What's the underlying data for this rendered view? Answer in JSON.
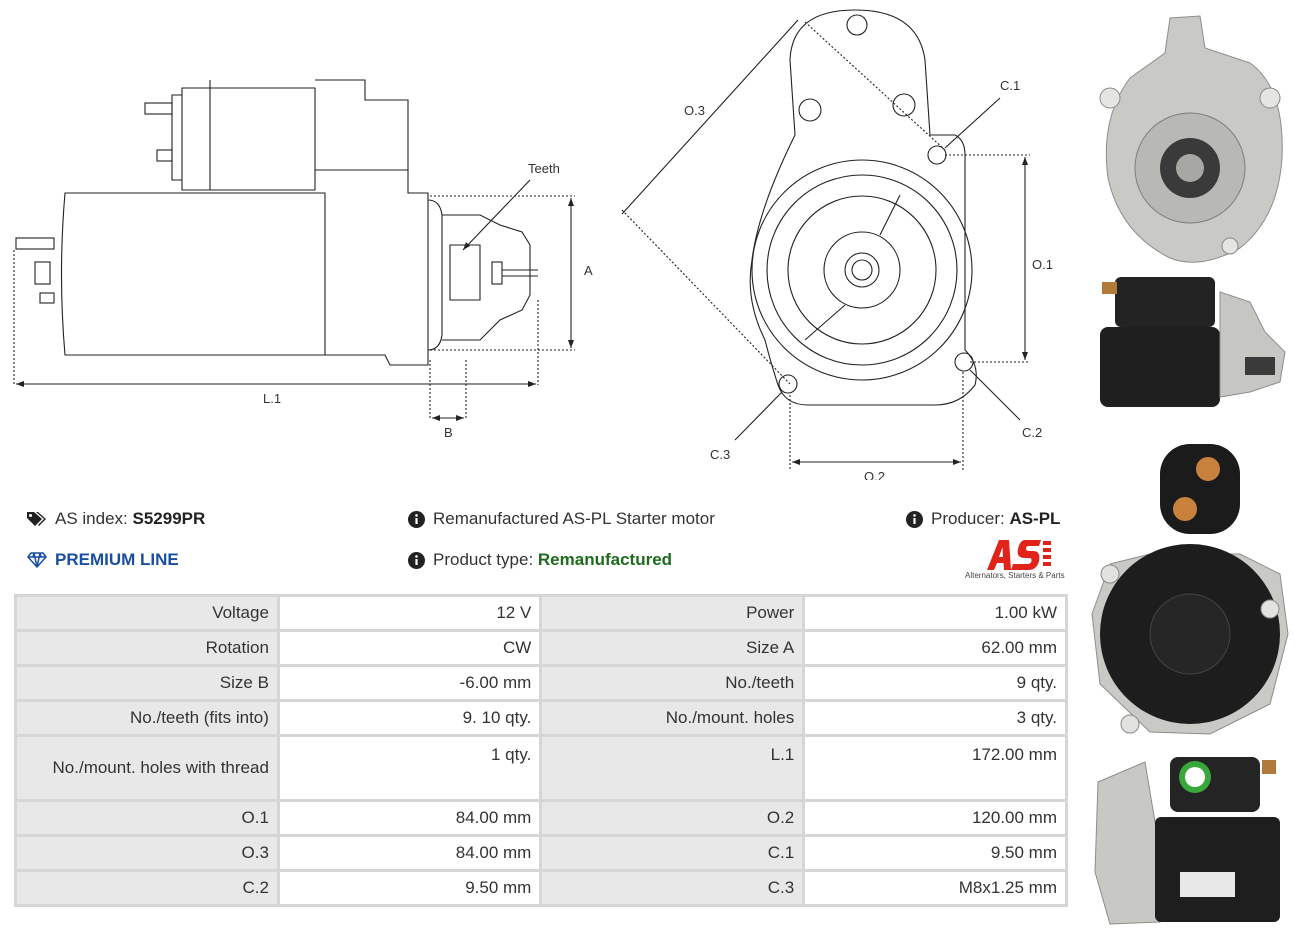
{
  "drawing": {
    "teeth": "Teeth",
    "a": "A",
    "b": "B",
    "l1": "L.1",
    "o1": "O.1",
    "o2": "O.2",
    "o3": "O.3",
    "c1": "C.1",
    "c2": "C.2",
    "c3": "C.3"
  },
  "info": {
    "as_index_label": "AS index:",
    "as_index_value": "S5299PR",
    "premium": "PREMIUM LINE",
    "description": "Remanufactured AS-PL Starter motor",
    "product_type_label": "Product type:",
    "product_type_value": "Remanufactured",
    "producer_label": "Producer:",
    "producer_value": "AS-PL"
  },
  "logo": {
    "text": "AS",
    "tagline": "Alternators, Starters & Parts",
    "color": "#e2231a"
  },
  "specs": [
    {
      "k1": "Voltage",
      "v1": "12 V",
      "k2": "Power",
      "v2": "1.00 kW"
    },
    {
      "k1": "Rotation",
      "v1": "CW",
      "k2": "Size A",
      "v2": "62.00 mm"
    },
    {
      "k1": "Size B",
      "v1": "-6.00 mm",
      "k2": "No./teeth",
      "v2": "9 qty."
    },
    {
      "k1": "No./teeth (fits into)",
      "v1": "9. 10 qty.",
      "k2": "No./mount. holes",
      "v2": "3 qty."
    },
    {
      "k1": "No./mount. holes with thread",
      "v1": "1 qty.",
      "k2": "L.1",
      "v2": "172.00 mm"
    },
    {
      "k1": "O.1",
      "v1": "84.00 mm",
      "k2": "O.2",
      "v2": "120.00 mm"
    },
    {
      "k1": "O.3",
      "v1": "84.00 mm",
      "k2": "C.1",
      "v2": "9.50 mm"
    },
    {
      "k1": "C.2",
      "v1": "9.50 mm",
      "k2": "C.3",
      "v2": "M8x1.25 mm"
    }
  ]
}
